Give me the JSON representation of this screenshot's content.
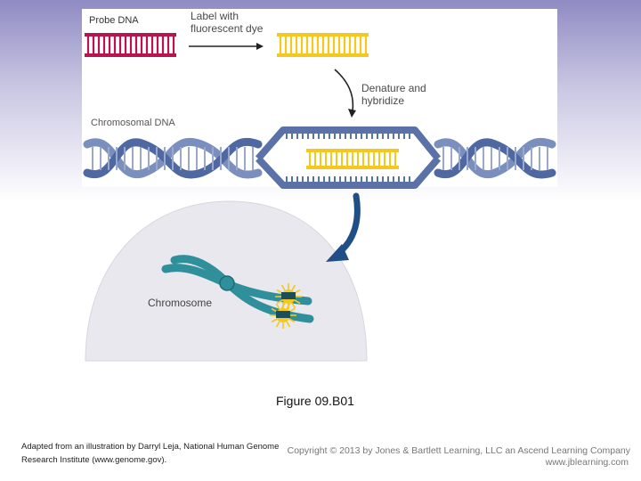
{
  "labels": {
    "probe_dna": "Probe DNA",
    "label_fluorescent": "Label with fluorescent dye",
    "denature_hybridize": "Denature and hybridize",
    "chromosomal_dna": "Chromosomal DNA",
    "chromosome": "Chromosome"
  },
  "caption": "Figure 09.B01",
  "credit": "Adapted from an illustration by Darryl Leja, National Human Genome Research Institute (www.genome.gov).",
  "copyright": "Copyright © 2013 by Jones & Bartlett Learning, LLC an Ascend Learning Company",
  "website": "www.jblearning.com",
  "colors": {
    "probe": "#b8154f",
    "dye": "#f4c81c",
    "dna": "#5a72a8",
    "dna_dark": "#3d5688",
    "chromosome": "#2f8f9a",
    "cell": "#e8e8ee",
    "arrow_dark": "#1f4f86"
  }
}
